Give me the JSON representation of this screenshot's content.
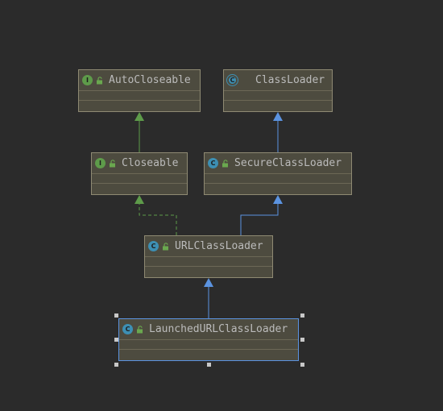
{
  "diagram": {
    "nodes": [
      {
        "id": "autocloseable",
        "name": "AutoCloseable",
        "kind": "interface",
        "kind_glyph": "I"
      },
      {
        "id": "classloader",
        "name": "ClassLoader",
        "kind": "abstract",
        "kind_glyph": "C"
      },
      {
        "id": "closeable",
        "name": "Closeable",
        "kind": "interface",
        "kind_glyph": "I"
      },
      {
        "id": "secureclassloader",
        "name": "SecureClassLoader",
        "kind": "class",
        "kind_glyph": "C"
      },
      {
        "id": "urlclassloader",
        "name": "URLClassLoader",
        "kind": "class",
        "kind_glyph": "C"
      },
      {
        "id": "launchedurlclassloader",
        "name": "LaunchedURLClassLoader",
        "kind": "class",
        "kind_glyph": "C",
        "selected": true
      }
    ],
    "edges": [
      {
        "from": "closeable",
        "to": "autocloseable",
        "type": "extends-interface"
      },
      {
        "from": "secureclassloader",
        "to": "classloader",
        "type": "extends-class"
      },
      {
        "from": "urlclassloader",
        "to": "closeable",
        "type": "implements"
      },
      {
        "from": "urlclassloader",
        "to": "secureclassloader",
        "type": "extends-class"
      },
      {
        "from": "launchedurlclassloader",
        "to": "urlclassloader",
        "type": "extends-class"
      }
    ],
    "colors": {
      "background": "#2b2b2b",
      "node_fill": "#4d4b3f",
      "node_border": "#8f8a73",
      "selected_border": "#5b93e0",
      "interface_edge": "#5e9b4a",
      "class_edge": "#5b93e0",
      "interface_badge": "#5e9b4a",
      "class_badge": "#3d8fb3"
    },
    "icons": {
      "access": "unlocked-padlock-icon"
    }
  }
}
